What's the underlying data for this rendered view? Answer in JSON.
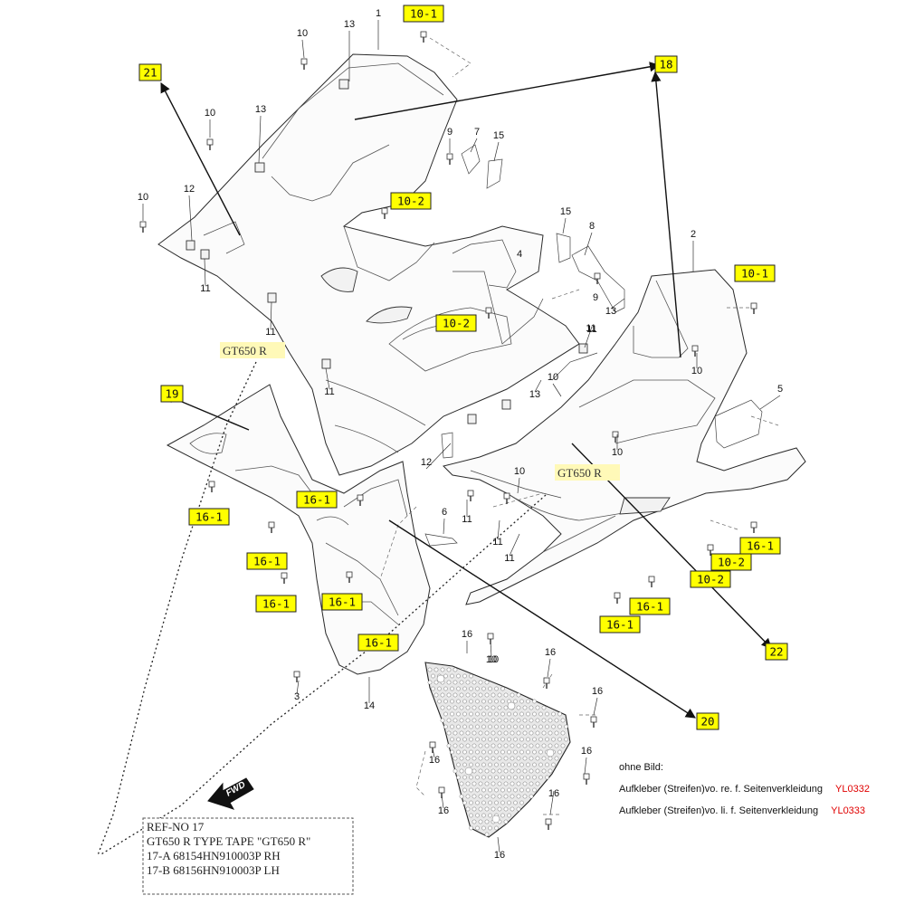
{
  "diagram": {
    "box_labels": [
      "10-1",
      "21",
      "18",
      "10-2",
      "10-2",
      "10-1",
      "19",
      "16-1",
      "16-1",
      "16-1",
      "16-1",
      "16-1",
      "16-1",
      "16-1",
      "16-1",
      "16-1",
      "10-2",
      "10-2",
      "22",
      "20"
    ],
    "part_numbers": [
      "1",
      "13",
      "10",
      "10",
      "13",
      "10",
      "12",
      "11",
      "11",
      "9",
      "7",
      "15",
      "15",
      "8",
      "9",
      "4",
      "13",
      "11",
      "11",
      "13",
      "2",
      "10",
      "5",
      "10",
      "12",
      "10",
      "6",
      "11",
      "11",
      "11",
      "10",
      "16",
      "16",
      "16",
      "16",
      "16",
      "16",
      "16",
      "16",
      "14",
      "3",
      "10",
      "11",
      "10"
    ],
    "tape_labels": [
      "GT650 R",
      "GT650 R"
    ],
    "fwd": "FWD",
    "ref_box": {
      "lines": [
        "REF-NO 17",
        "GT650 R TYPE TAPE \"GT650 R\"",
        "17-A 68154HN910003P RH",
        "17-B 68156HN910003P LH"
      ]
    },
    "notes": {
      "heading": "ohne Bild:",
      "items": [
        {
          "text": "Aufkleber (Streifen)vo. re. f. Seitenverkleidung",
          "code": "YL0332"
        },
        {
          "text": "Aufkleber (Streifen)vo. li. f. Seitenverkleidung",
          "code": "YL0333"
        }
      ]
    },
    "colors": {
      "label_fill": "#ffff00",
      "tape_fill": "#fff9b8",
      "code_color": "#e00000"
    }
  }
}
